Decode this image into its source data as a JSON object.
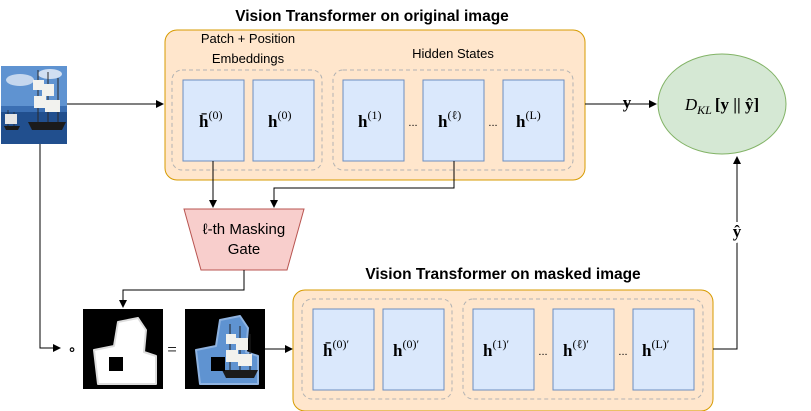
{
  "colors": {
    "orange_fill": "#ffe6cc",
    "orange_stroke": "#d79b00",
    "patch_fill": "#dae8fc",
    "patch_stroke": "#6c8ebf",
    "kl_fill": "#d5e8d4",
    "kl_stroke": "#82b366",
    "gate_fill": "#f8cecc",
    "gate_stroke": "#b85450"
  },
  "top": {
    "title": "Vision Transformer on original image",
    "embed_label_line1": "Patch + Position",
    "embed_label_line2": "Embeddings",
    "hidden_label": "Hidden States",
    "h_bar0": {
      "base": "h̄",
      "sup": "(0)"
    },
    "h0": {
      "base": "h",
      "sup": "(0)"
    },
    "h1": {
      "base": "h",
      "sup": "(1)"
    },
    "hl": {
      "base": "h",
      "sup": "(ℓ)"
    },
    "hL": {
      "base": "h",
      "sup": "(L)"
    },
    "dots": "..."
  },
  "bottom": {
    "title": "Vision Transformer on masked image",
    "h_bar0": {
      "base": "h̄",
      "sup": "(0)′"
    },
    "h0": {
      "base": "h",
      "sup": "(0)′"
    },
    "h1": {
      "base": "h",
      "sup": "(1)′"
    },
    "hl": {
      "base": "h",
      "sup": "(ℓ)′"
    },
    "hL": {
      "base": "h",
      "sup": "(L)′"
    },
    "dots": "..."
  },
  "gate": {
    "line1": "ℓ-th Masking",
    "line2": "Gate"
  },
  "kl": {
    "main": "D",
    "sub": "KL",
    "expr": "[y || ŷ]"
  },
  "y_label": "y",
  "yhat_label": "ŷ",
  "compose_symbol": "∘",
  "equals_symbol": "="
}
